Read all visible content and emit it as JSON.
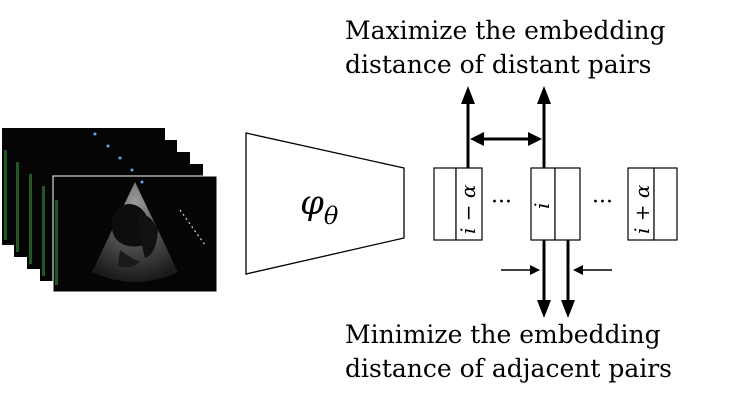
{
  "top_caption": {
    "line1": "Maximize the embedding",
    "line2": "distance of distant pairs"
  },
  "bottom_caption": {
    "line1": "Minimize the embedding",
    "line2": "distance of adjacent pairs"
  },
  "encoder_label": "φθ",
  "encoder_symbol": "φ",
  "encoder_subscript": "θ",
  "frames": {
    "left_label": "i − α",
    "center_label": "i",
    "right_label": "i + α",
    "ellipsis": "···"
  },
  "colors": {
    "stroke": "#000000",
    "echo_background": "#050505",
    "echo_tissue": "#8a8a8a"
  }
}
